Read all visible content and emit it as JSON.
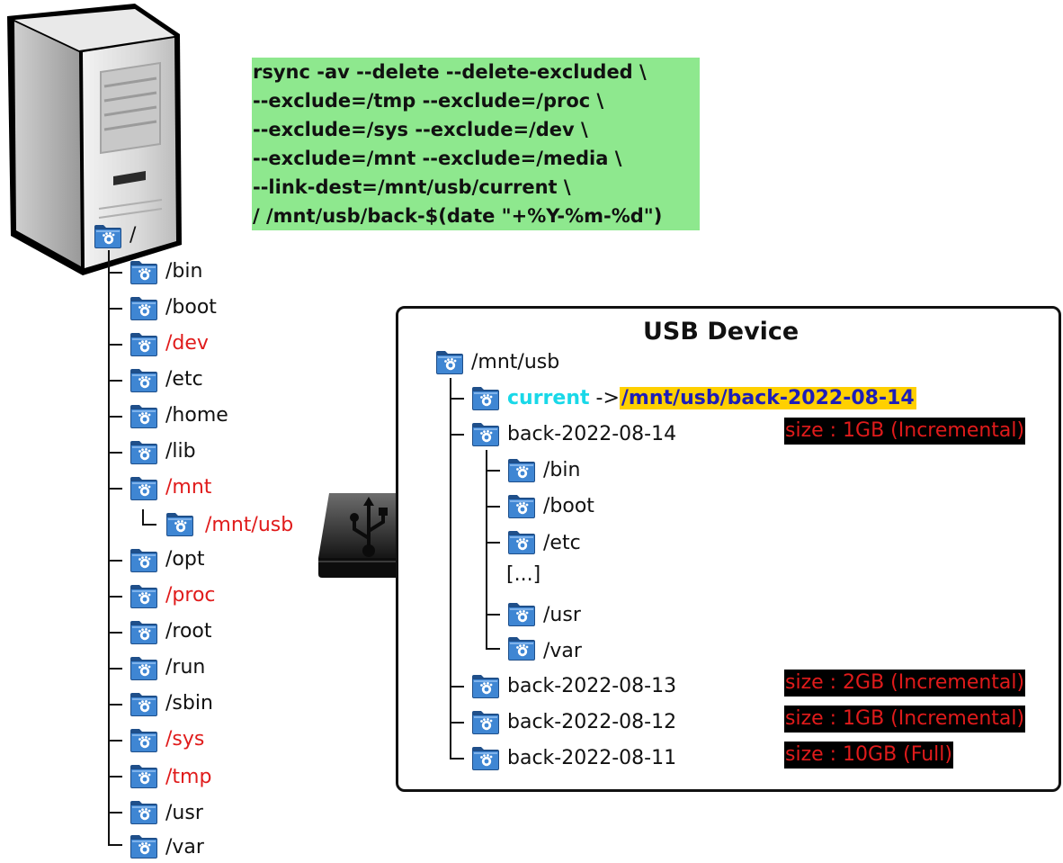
{
  "command": {
    "lines": [
      "rsync -av --delete --delete-excluded \\",
      "--exclude=/tmp --exclude=/proc \\",
      "--exclude=/sys --exclude=/dev \\",
      "--exclude=/mnt --exclude=/media \\",
      "--link-dest=/mnt/usb/current \\",
      "/ /mnt/usb/back-$(date \"+%Y-%m-%d\")"
    ]
  },
  "system_tree": {
    "root": "/",
    "items": [
      {
        "label": "/bin",
        "excluded": false
      },
      {
        "label": "/boot",
        "excluded": false
      },
      {
        "label": "/dev",
        "excluded": true
      },
      {
        "label": "/etc",
        "excluded": false
      },
      {
        "label": "/home",
        "excluded": false
      },
      {
        "label": "/lib",
        "excluded": false
      },
      {
        "label": "/mnt",
        "excluded": true
      },
      {
        "label": "/mnt/usb",
        "excluded": true
      },
      {
        "label": "/opt",
        "excluded": false
      },
      {
        "label": "/proc",
        "excluded": true
      },
      {
        "label": "/root",
        "excluded": false
      },
      {
        "label": "/run",
        "excluded": false
      },
      {
        "label": "/sbin",
        "excluded": false
      },
      {
        "label": "/sys",
        "excluded": true
      },
      {
        "label": "/tmp",
        "excluded": true
      },
      {
        "label": "/usr",
        "excluded": false
      },
      {
        "label": "/var",
        "excluded": false
      }
    ]
  },
  "usb": {
    "title": "USB Device",
    "root": "/mnt/usb",
    "current": {
      "name": "current",
      "arrow": "->",
      "target": "/mnt/usb/back-2022-08-14"
    },
    "latest": {
      "name": "back-2022-08-14",
      "size": "size : 1GB (Incremental)",
      "children": [
        "/bin",
        "/boot",
        "/etc",
        "[...]",
        "/usr",
        "/var"
      ]
    },
    "older": [
      {
        "name": "back-2022-08-13",
        "size": "size : 2GB (Incremental)"
      },
      {
        "name": "back-2022-08-12",
        "size": "size : 1GB (Incremental)"
      },
      {
        "name": "back-2022-08-11",
        "size": "size : 10GB (Full)"
      }
    ]
  },
  "colors": {
    "excluded": "#e01b1b",
    "command_bg": "#8ee88e",
    "current_text": "#19d8e8",
    "highlight_bg": "#ffd000",
    "highlight_text": "#1d1db8",
    "folder_blue": "#3f86d3"
  },
  "icons": {
    "server": "server-tower-icon",
    "usb_drive": "usb-drive-icon",
    "folder": "gnome-folder-icon"
  }
}
